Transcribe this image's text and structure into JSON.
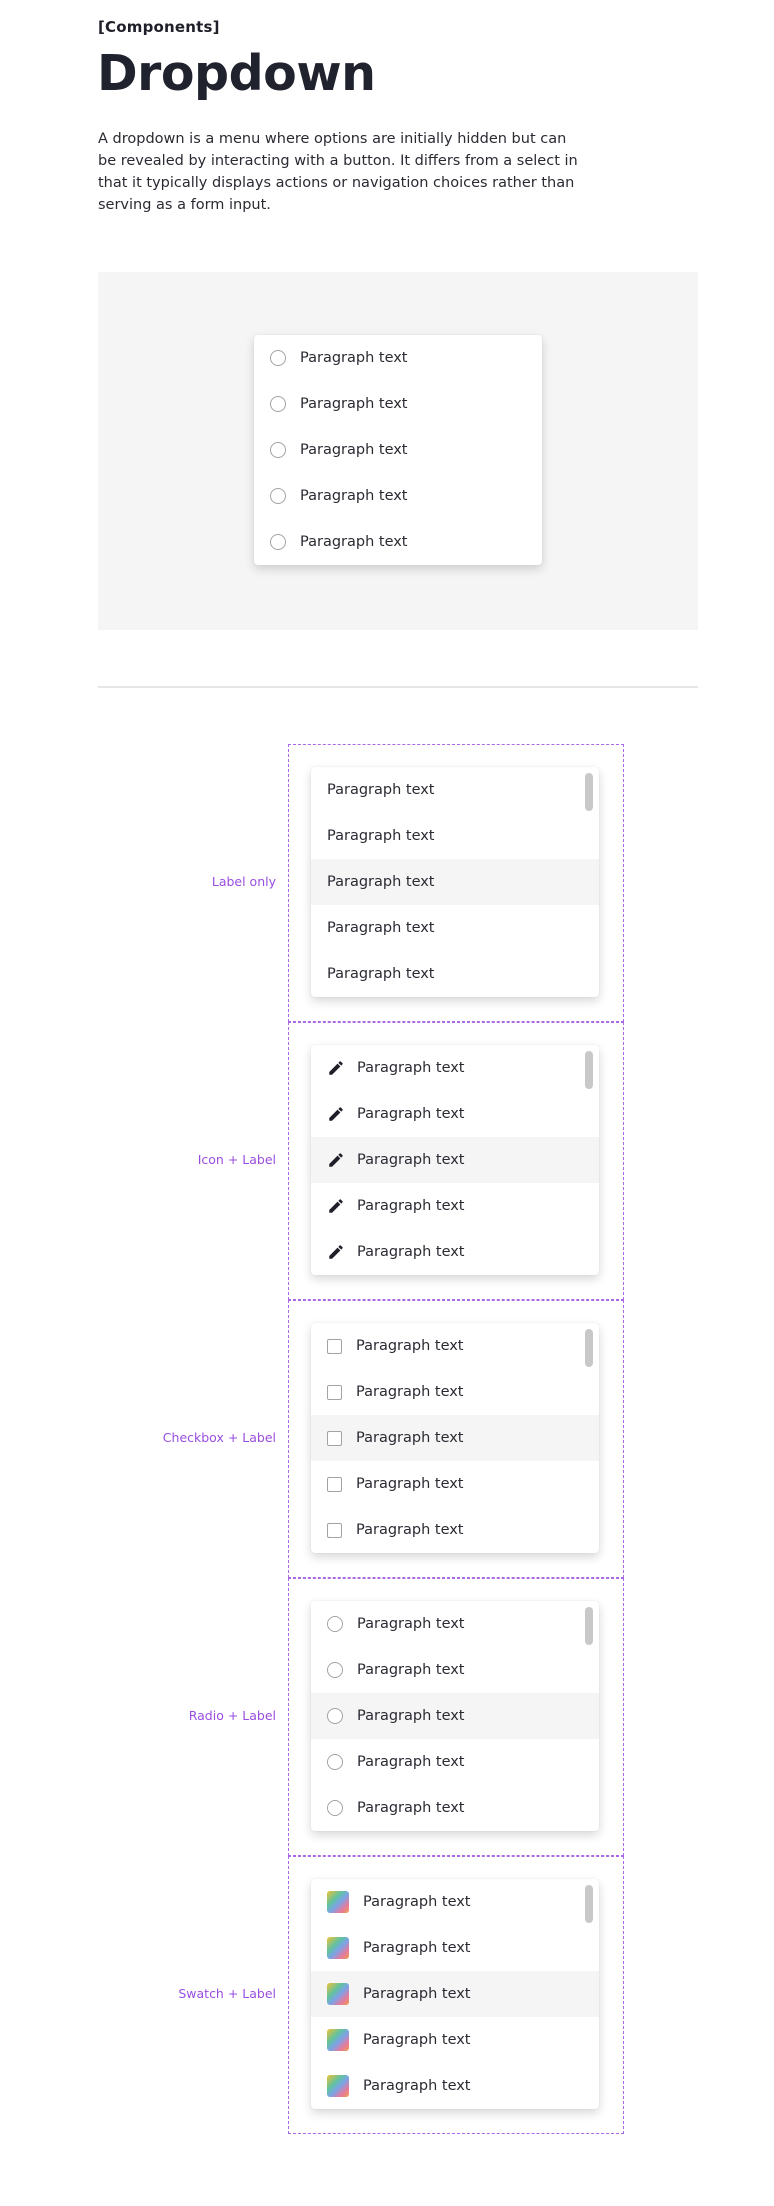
{
  "header": {
    "eyebrow": "[Components]",
    "title": "Dropdown",
    "description": "A dropdown is a menu where options are initially hidden but can be revealed by interacting with a button. It differs from a select in that it typically displays actions or navigation choices rather than serving as a form input."
  },
  "preview": {
    "items": [
      "Paragraph text",
      "Paragraph text",
      "Paragraph text",
      "Paragraph text",
      "Paragraph text"
    ]
  },
  "variants": [
    {
      "label": "Label only",
      "items": [
        "Paragraph text",
        "Paragraph text",
        "Paragraph text",
        "Paragraph text",
        "Paragraph text"
      ]
    },
    {
      "label": "Icon + Label",
      "icon": "pencil-icon",
      "items": [
        "Paragraph text",
        "Paragraph text",
        "Paragraph text",
        "Paragraph text",
        "Paragraph text"
      ]
    },
    {
      "label": "Checkbox + Label",
      "items": [
        "Paragraph text",
        "Paragraph text",
        "Paragraph text",
        "Paragraph text",
        "Paragraph text"
      ]
    },
    {
      "label": "Radio + Label",
      "items": [
        "Paragraph text",
        "Paragraph text",
        "Paragraph text",
        "Paragraph text",
        "Paragraph text"
      ]
    },
    {
      "label": "Swatch + Label",
      "items": [
        "Paragraph text",
        "Paragraph text",
        "Paragraph text",
        "Paragraph text",
        "Paragraph text"
      ]
    }
  ],
  "colors": {
    "accent_dashed": "#a96ae3",
    "variant_label": "#9a4ee0",
    "preview_bg": "#f5f5f5",
    "hover_row": "#f5f5f5"
  }
}
